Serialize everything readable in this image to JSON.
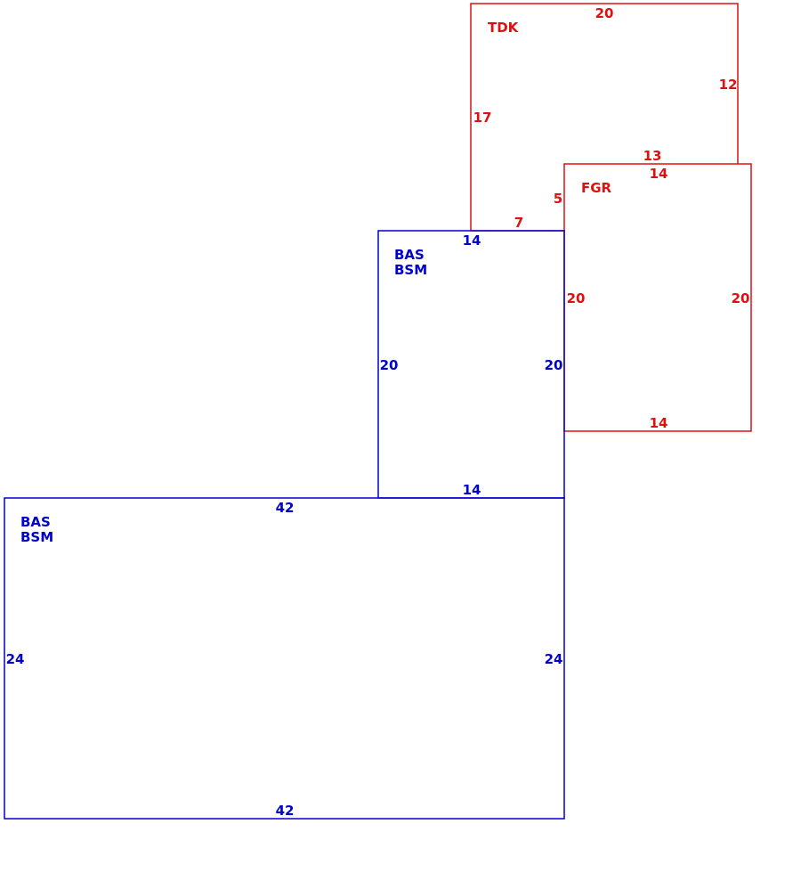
{
  "colors": {
    "blue": "#0000cc",
    "red": "#dd1111"
  },
  "areas": {
    "upper_floor": {
      "code_1": "TDK",
      "dims": {
        "top": "20",
        "right": "12",
        "left": "17",
        "step_top": "13",
        "step_side": "5",
        "bottom_step": "7"
      }
    },
    "garage": {
      "code_1": "FGR",
      "dims": {
        "top": "14",
        "left": "20",
        "right": "20",
        "bottom": "14"
      }
    },
    "basement_small": {
      "code_1": "BAS",
      "code_2": "BSM",
      "dims": {
        "top": "14",
        "left": "20",
        "right": "20",
        "bottom": "14"
      }
    },
    "basement_large": {
      "code_1": "BAS",
      "code_2": "BSM",
      "dims": {
        "top": "42",
        "left": "24",
        "right": "24",
        "bottom": "42"
      }
    }
  }
}
